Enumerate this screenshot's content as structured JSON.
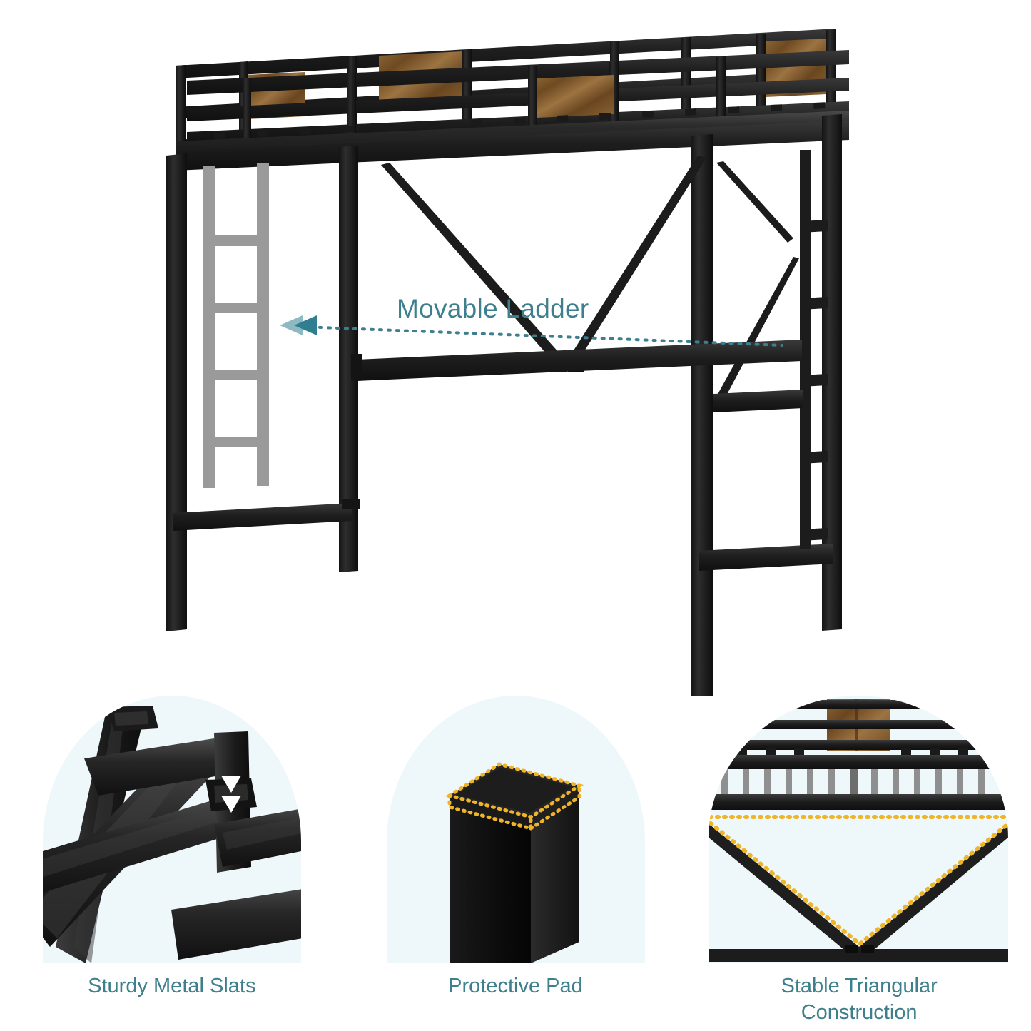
{
  "page": {
    "background_color": "#ffffff",
    "accent_color": "#3d7f8c",
    "panel_background_color": "#eef7fa",
    "frame_color": "#232323",
    "ladder_gray_color": "#9a9a9a",
    "wood_color": "#8a6434",
    "highlight_dot_color": "#f0b428"
  },
  "hero": {
    "product": "metal loft bed frame",
    "callout": {
      "label": "Movable Ladder",
      "arrow_icon": "double-triangle-left-arrow-icon",
      "line_style": "dotted",
      "color": "#3d7f8c"
    }
  },
  "features": [
    {
      "id": "sturdy-metal-slats",
      "caption": "Sturdy Metal Slats",
      "art": "metal-slat-hook-closeup",
      "marker_icon": "white-triangle-marker-icon",
      "background_color": "#eef7fa"
    },
    {
      "id": "protective-pad",
      "caption": "Protective Pad",
      "art": "post-top-protective-pad-closeup",
      "marker_icon": "gold-dotted-outline-icon",
      "background_color": "#eef7fa"
    },
    {
      "id": "stable-triangular-construction",
      "caption": "Stable Triangular Construction",
      "art": "triangular-brace-closeup",
      "marker_icon": "gold-dotted-triangle-icon",
      "background_color": "#eef7fa"
    }
  ]
}
